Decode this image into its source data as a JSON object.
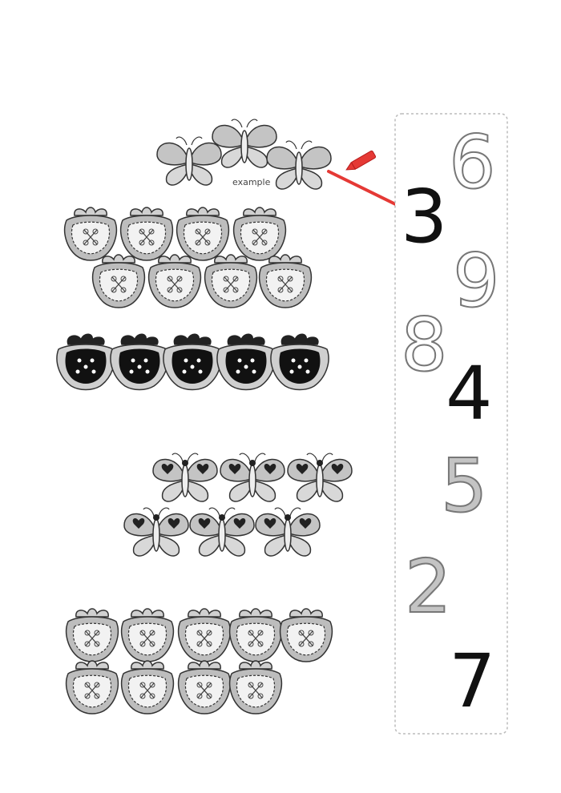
{
  "example": {
    "label": "example",
    "count": 3,
    "answer": "3",
    "icon": "butterfly-icon"
  },
  "groups": [
    {
      "name": "row-strawberries-8",
      "icon": "strawberry-icon",
      "count": 8,
      "shade": "grey"
    },
    {
      "name": "row-ladybugs-5",
      "icon": "ladybug-icon",
      "count": 5,
      "shade": "black"
    },
    {
      "name": "row-butterflies-6",
      "icon": "butterfly-icon",
      "count": 6,
      "shade": "grey"
    },
    {
      "name": "row-strawberries-9",
      "icon": "strawberry-icon",
      "count": 9,
      "shade": "grey"
    }
  ],
  "numbers": [
    {
      "value": "6",
      "style": "outline"
    },
    {
      "value": "3",
      "style": "solid"
    },
    {
      "value": "9",
      "style": "outline"
    },
    {
      "value": "8",
      "style": "outline"
    },
    {
      "value": "4",
      "style": "solid"
    },
    {
      "value": "5",
      "style": "grey"
    },
    {
      "value": "2",
      "style": "grey"
    },
    {
      "value": "7",
      "style": "solid"
    }
  ],
  "colors": {
    "line": "#e53935",
    "crayon": "#e53935",
    "solid": "#111111",
    "grey_fill": "#c4c4c4",
    "outline_stroke": "#777777"
  }
}
